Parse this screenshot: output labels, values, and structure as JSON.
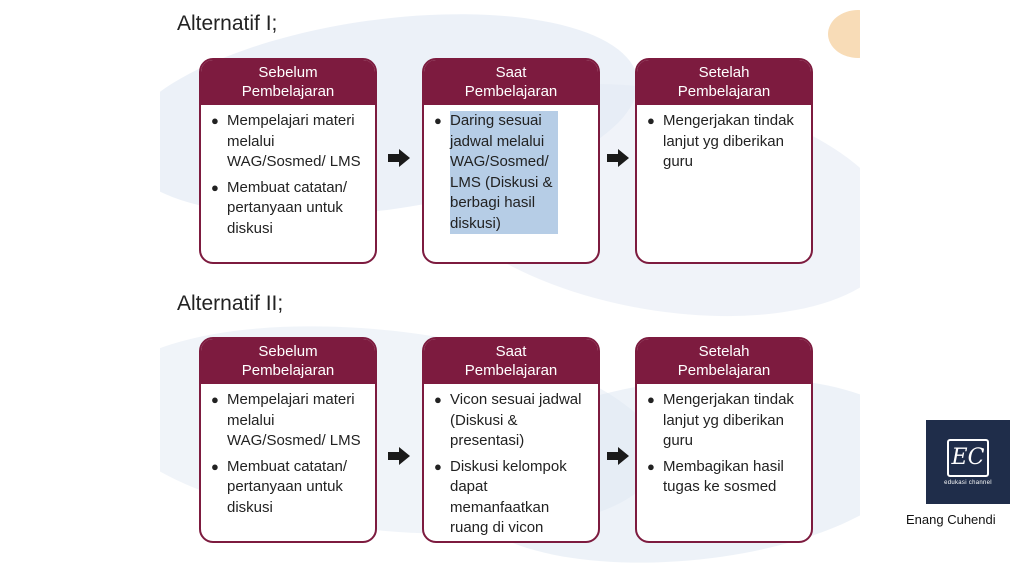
{
  "alternatives": [
    {
      "title": "Alternatif I;",
      "cards": [
        {
          "head": [
            "Sebelum",
            "Pembelajaran"
          ],
          "bullets": [
            "Mempelajari materi melalui WAG/Sosmed/ LMS",
            "Membuat catatan/ pertanyaan untuk diskusi"
          ]
        },
        {
          "head": [
            "Saat",
            "Pembelajaran"
          ],
          "bullets": [
            "Daring sesuai jadwal melalui WAG/Sosmed/ LMS (Diskusi & berbagi hasil diskusi)"
          ]
        },
        {
          "head": [
            "Setelah",
            "Pembelajaran"
          ],
          "bullets": [
            "Mengerjakan tindak lanjut yg diberikan guru"
          ]
        }
      ]
    },
    {
      "title": "Alternatif II;",
      "cards": [
        {
          "head": [
            "Sebelum",
            "Pembelajaran"
          ],
          "bullets": [
            "Mempelajari materi melalui WAG/Sosmed/ LMS",
            "Membuat catatan/ pertanyaan untuk diskusi"
          ]
        },
        {
          "head": [
            "Saat",
            "Pembelajaran"
          ],
          "bullets": [
            "Vicon sesuai jadwal (Diskusi & presentasi)",
            "Diskusi kelompok dapat memanfaatkan ruang di vicon"
          ]
        },
        {
          "head": [
            "Setelah",
            "Pembelajaran"
          ],
          "bullets": [
            "Mengerjakan tindak lanjut yg diberikan guru",
            "Membagikan hasil tugas ke sosmed"
          ]
        }
      ]
    }
  ],
  "logo": {
    "mark": "EC",
    "subtitle": "edukasi channel"
  },
  "author": "Enang Cuhendi",
  "colors": {
    "card_header": "#7d1b3f",
    "highlight": "#b6cde6",
    "logo_bg": "#1f2d4a"
  }
}
